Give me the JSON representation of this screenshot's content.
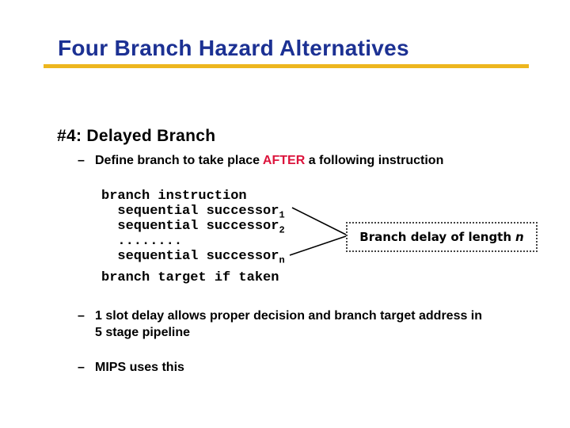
{
  "slide": {
    "title": "Four Branch Hazard Alternatives",
    "heading": "#4: Delayed Branch",
    "bullet1": {
      "dash": "–",
      "pre": "Define branch to take place ",
      "highlight": "AFTER",
      "post": " a following instruction"
    },
    "code": {
      "lines": [
        {
          "text": "branch instruction"
        },
        {
          "text": "  sequential successor",
          "sub": "1"
        },
        {
          "text": "  sequential successor",
          "sub": "2"
        },
        {
          "text": "  ........"
        },
        {
          "text": "  sequential successor",
          "sub": "n"
        },
        {
          "text": "branch target if taken"
        }
      ]
    },
    "callout": {
      "text": "Branch delay of length",
      "var": "n"
    },
    "bottom_bullets": [
      {
        "dash": "–",
        "text": "1 slot delay allows proper decision and branch target address in 5 stage pipeline"
      },
      {
        "dash": "–",
        "text": "MIPS uses this"
      }
    ],
    "colors": {
      "title": "#1C3193",
      "rule": "#EDB61E",
      "highlight": "#DC143C",
      "connector": "#000000"
    }
  }
}
